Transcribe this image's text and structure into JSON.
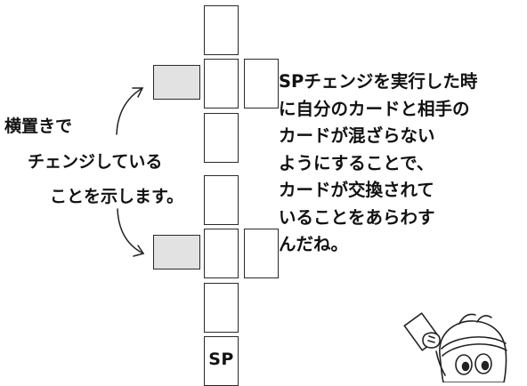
{
  "cards": {
    "center_label": "SP"
  },
  "left_caption": {
    "lines": [
      "横置きで",
      "チェンジしている",
      "ことを示します。"
    ]
  },
  "right_caption": {
    "lines": [
      "SPチェンジを実行した時",
      "に自分のカードと相手の",
      "カードが混ざらない",
      "ようにすることで、",
      "カードが交換されて",
      "いることをあらわす",
      "んだね。"
    ]
  },
  "colors": {
    "sideways_card_fill": "#e2e2e2",
    "card_border": "#2a2a2a",
    "background": "#ffffff"
  }
}
